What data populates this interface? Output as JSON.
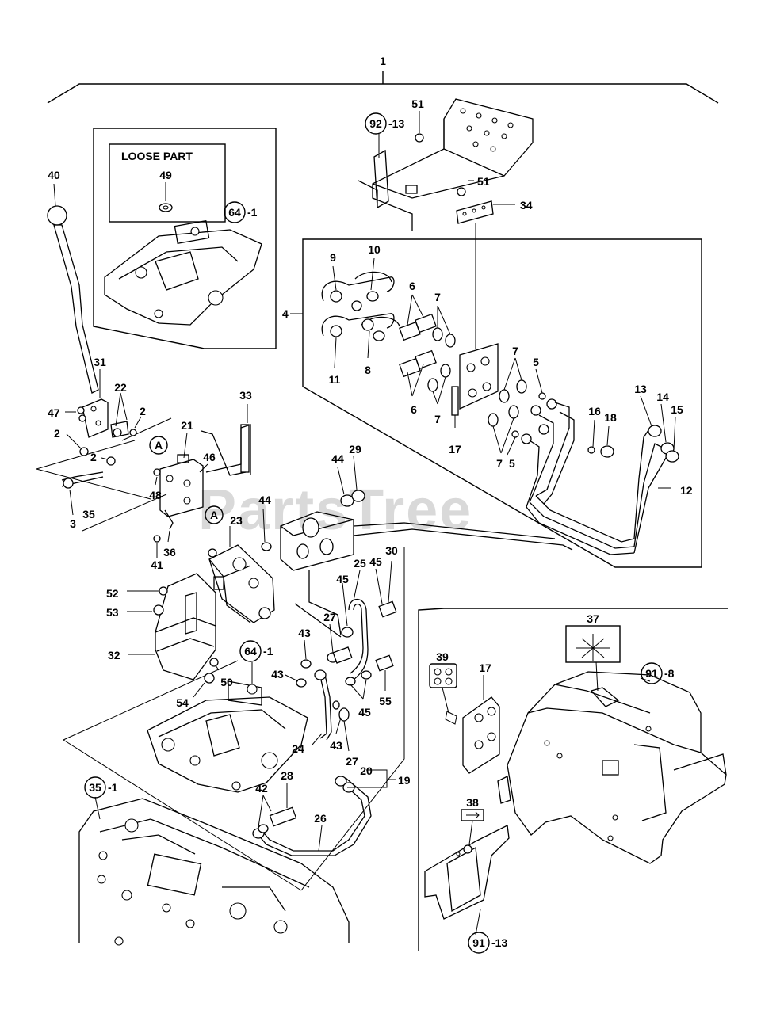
{
  "watermark": "PartsTree",
  "loose_part_title": "LOOSE PART",
  "labels": {
    "n1": "1",
    "n2a": "2",
    "n2b": "2",
    "n2c": "2",
    "n3": "3",
    "n4": "4",
    "n5a": "5",
    "n5b": "5",
    "n6a": "6",
    "n6b": "6",
    "n7a": "7",
    "n7b": "7",
    "n7c": "7",
    "n7d": "7",
    "n8": "8",
    "n9": "9",
    "n10": "10",
    "n11": "11",
    "n12": "12",
    "n13": "13",
    "n14": "14",
    "n15": "15",
    "n16": "16",
    "n17a": "17",
    "n17b": "17",
    "n18": "18",
    "n19": "19",
    "n20": "20",
    "n21": "21",
    "n22": "22",
    "n23": "23",
    "n24": "24",
    "n25": "25",
    "n26": "26",
    "n27a": "27",
    "n27b": "27",
    "n28": "28",
    "n29": "29",
    "n30": "30",
    "n31": "31",
    "n32": "32",
    "n33": "33",
    "n34": "34",
    "n35": "35",
    "n36": "36",
    "n37": "37",
    "n38": "38",
    "n39": "39",
    "n40": "40",
    "n41": "41",
    "n42": "42",
    "n43a": "43",
    "n43b": "43",
    "n43c": "43",
    "n44a": "44",
    "n44b": "44",
    "n45a": "45",
    "n45b": "45",
    "n45c": "45",
    "n46": "46",
    "n47": "47",
    "n48": "48",
    "n49": "49",
    "n50": "50",
    "n51a": "51",
    "n51b": "51",
    "n52": "52",
    "n53": "53",
    "n54": "54",
    "n55": "55"
  },
  "callouts": {
    "ref92": {
      "circle": "92",
      "suffix": "-13"
    },
    "ref64a": {
      "circle": "64",
      "suffix": "-1"
    },
    "ref64b": {
      "circle": "64",
      "suffix": "-1"
    },
    "ref35": {
      "circle": "35",
      "suffix": "-1"
    },
    "ref91a": {
      "circle": "91",
      "suffix": "-8"
    },
    "ref91b": {
      "circle": "91",
      "suffix": "-13"
    },
    "refA1": {
      "circle": "A"
    },
    "refA2": {
      "circle": "A"
    }
  }
}
